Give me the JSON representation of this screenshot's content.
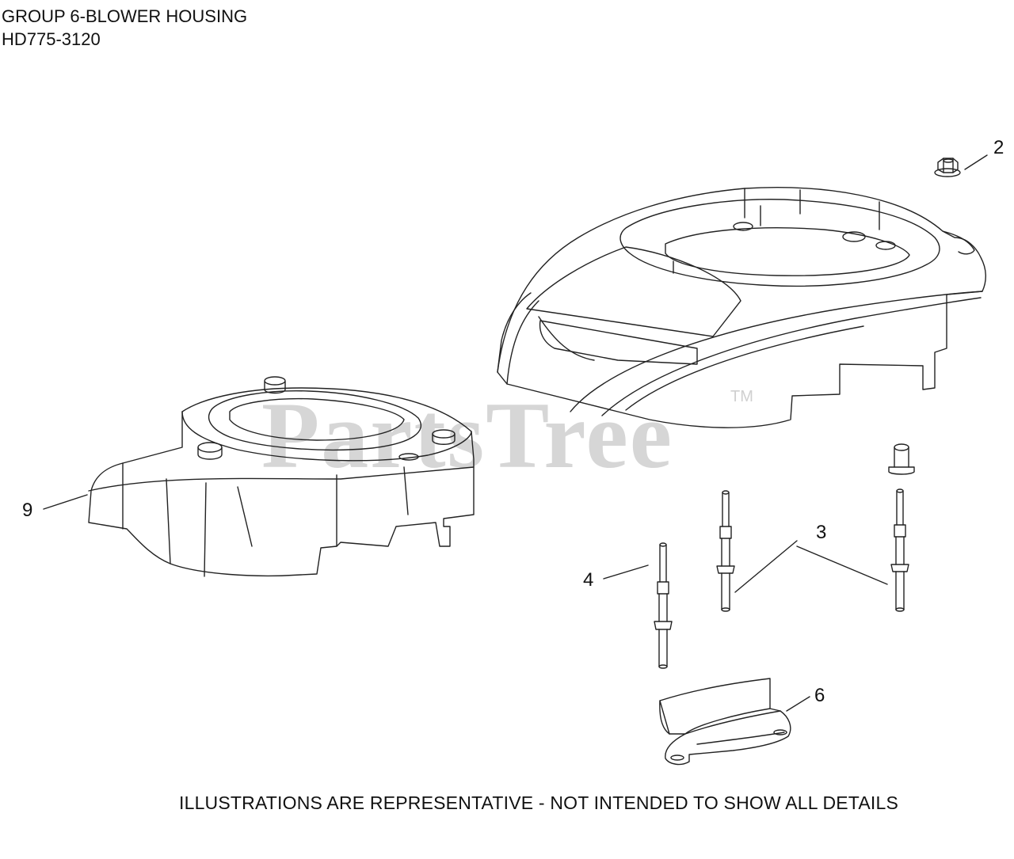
{
  "header": {
    "title": "GROUP 6-BLOWER HOUSING",
    "model": "HD775-3120"
  },
  "watermark": {
    "text": "PartsTree",
    "trademark": "TM"
  },
  "callouts": [
    "2",
    "9",
    "3",
    "4",
    "6"
  ],
  "footer": {
    "disclaimer": "ILLUSTRATIONS ARE REPRESENTATIVE - NOT INTENDED TO SHOW ALL DETAILS"
  },
  "colors": {
    "line": "#222222",
    "watermark": "#d6d6d6"
  }
}
